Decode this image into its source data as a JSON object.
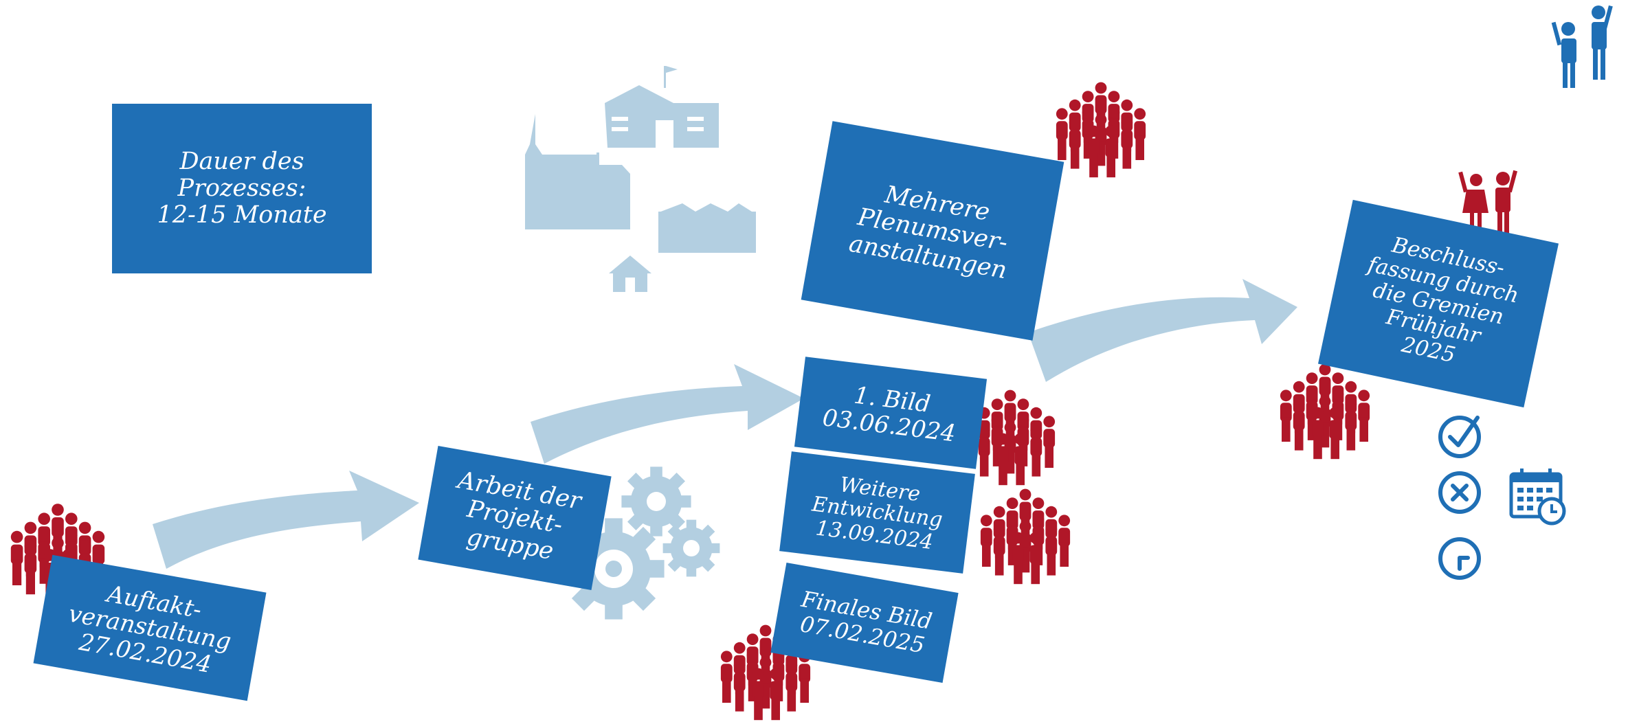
{
  "colors": {
    "box": "#1f6fb5",
    "arrow": "#b3cfe1",
    "people_red": "#b01728",
    "icon_blue": "#1f6fb5",
    "buildings": "#b3cfe1",
    "gears": "#b3cfe1"
  },
  "icons": [
    "people-group-icon",
    "gears-icon",
    "buildings-icon",
    "check-circle-icon",
    "x-circle-icon",
    "clock-circle-icon",
    "calendar-clock-icon",
    "raised-hands-people-icon"
  ],
  "boxes": {
    "dauer": "Dauer des\nProzesses:\n12-15 Monate",
    "auftakt": "Auftakt-\nveranstaltung\n27.02.2024",
    "projekt": "Arbeit der\nProjekt-\ngruppe",
    "plenum": "Mehrere\nPlenumsver-\nanstaltungen",
    "bild1": "1. Bild\n03.06.2024",
    "weiter": "Weitere\nEntwicklung\n13.09.2024",
    "finale": "Finales Bild\n07.02.2025",
    "beschluss": "Beschluss-\nfassung durch\ndie Gremien\nFrühjahr\n2025"
  }
}
